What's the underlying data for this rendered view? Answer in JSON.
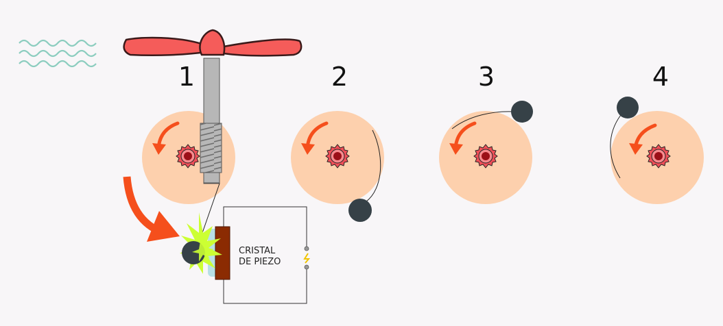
{
  "steps": [
    {
      "number": "1"
    },
    {
      "number": "2"
    },
    {
      "number": "3"
    },
    {
      "number": "4"
    }
  ],
  "crystal": {
    "line1": "CRISTAL",
    "line2": "DE PIEZO"
  },
  "colors": {
    "background": "#f8f6f8",
    "disc": "#fdd0ad",
    "rotation_arrow": "#f54f1c",
    "hub": "#ef4f58",
    "propeller": "#f55c5a",
    "ball": "#364147",
    "shaft": "#b7b7b7",
    "crystal_plate": "#8b2b02",
    "spark": "#ccff33",
    "wind_waves": "#8ccdbf",
    "led": "#f0c400"
  },
  "icons": {
    "wind": "wind-waves-icon",
    "propeller": "propeller-icon",
    "rotation": "rotation-arrow-icon",
    "spark": "spark-icon"
  }
}
